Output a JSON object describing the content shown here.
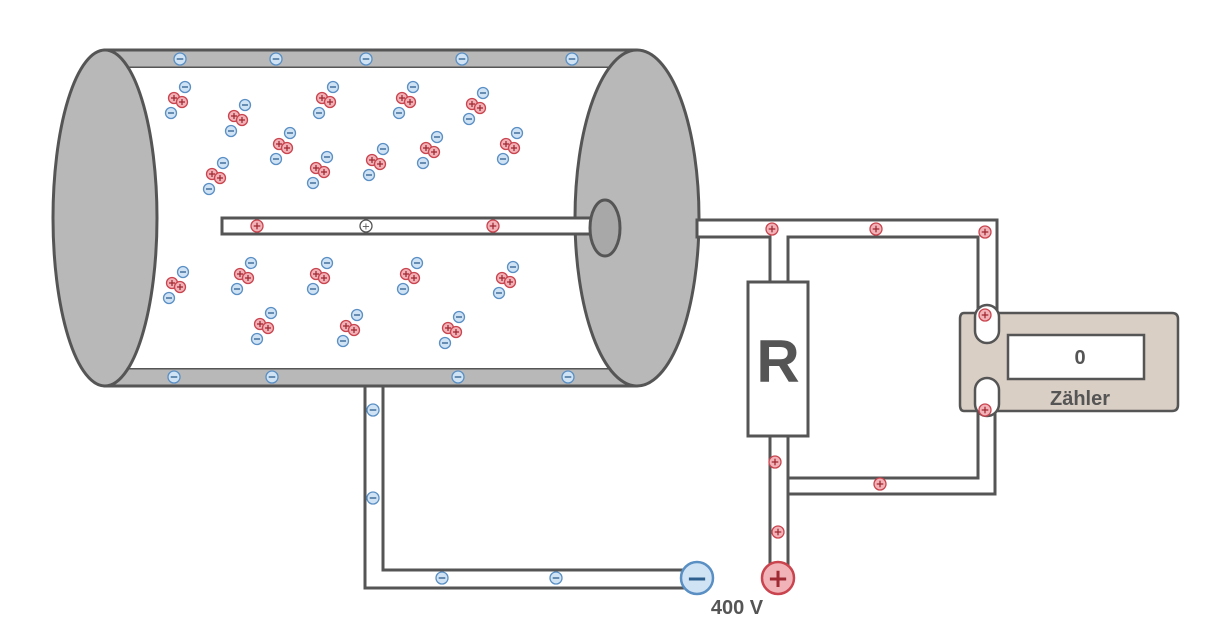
{
  "resistor": {
    "label": "R"
  },
  "counter": {
    "display_value": "0",
    "label": "Zähler"
  },
  "supply": {
    "voltage_label": "400 V",
    "negative_symbol": "−",
    "positive_symbol": "+"
  },
  "colors": {
    "electron_fill": "#cfe3f5",
    "electron_stroke": "#5a8fc4",
    "ion_fill": "#f2b3b8",
    "ion_stroke": "#c9444e",
    "wire_outline": "#555555",
    "cap_gray": "#b8b8b8",
    "counter_body": "#d9cfc5"
  },
  "icons": {
    "electron": "minus-circle-icon",
    "positive_ion": "plus-circle-icon"
  }
}
